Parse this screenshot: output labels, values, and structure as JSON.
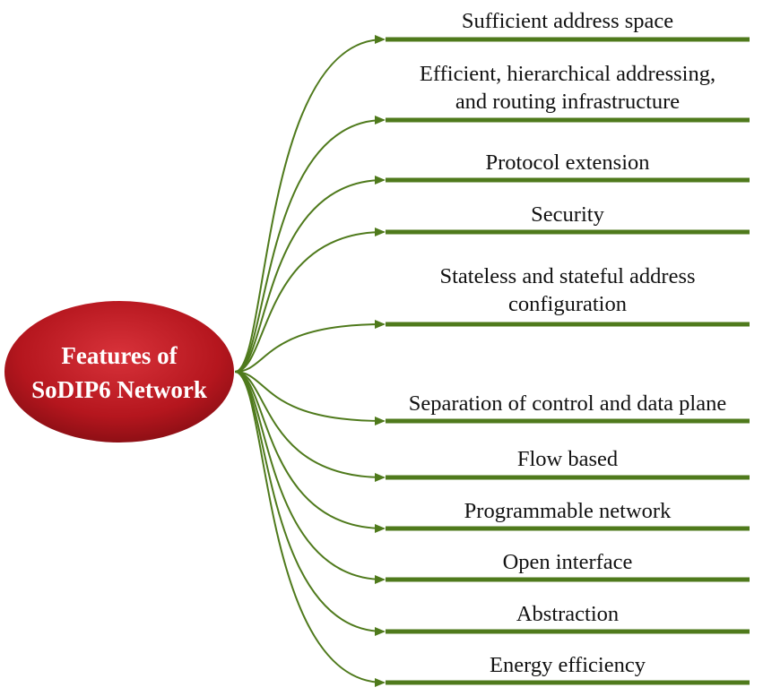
{
  "diagram": {
    "center_node": {
      "label_lines": [
        "Features of",
        "SoDIP6 Network"
      ],
      "fill_color": "#b5161e",
      "text_color": "#ffffff"
    },
    "connector_color": "#4f7a1c",
    "features": [
      {
        "label_lines": [
          "Sufficient address space"
        ]
      },
      {
        "label_lines": [
          "Efficient, hierarchical addressing,",
          "and routing infrastructure"
        ]
      },
      {
        "label_lines": [
          "Protocol extension"
        ]
      },
      {
        "label_lines": [
          "Security"
        ]
      },
      {
        "label_lines": [
          "Stateless and stateful address",
          "configuration"
        ]
      },
      {
        "label_lines": [
          "Separation of control and data plane"
        ]
      },
      {
        "label_lines": [
          "Flow based"
        ]
      },
      {
        "label_lines": [
          "Programmable network"
        ]
      },
      {
        "label_lines": [
          "Open interface"
        ]
      },
      {
        "label_lines": [
          "Abstraction"
        ]
      },
      {
        "label_lines": [
          "Energy efficiency"
        ]
      }
    ]
  }
}
